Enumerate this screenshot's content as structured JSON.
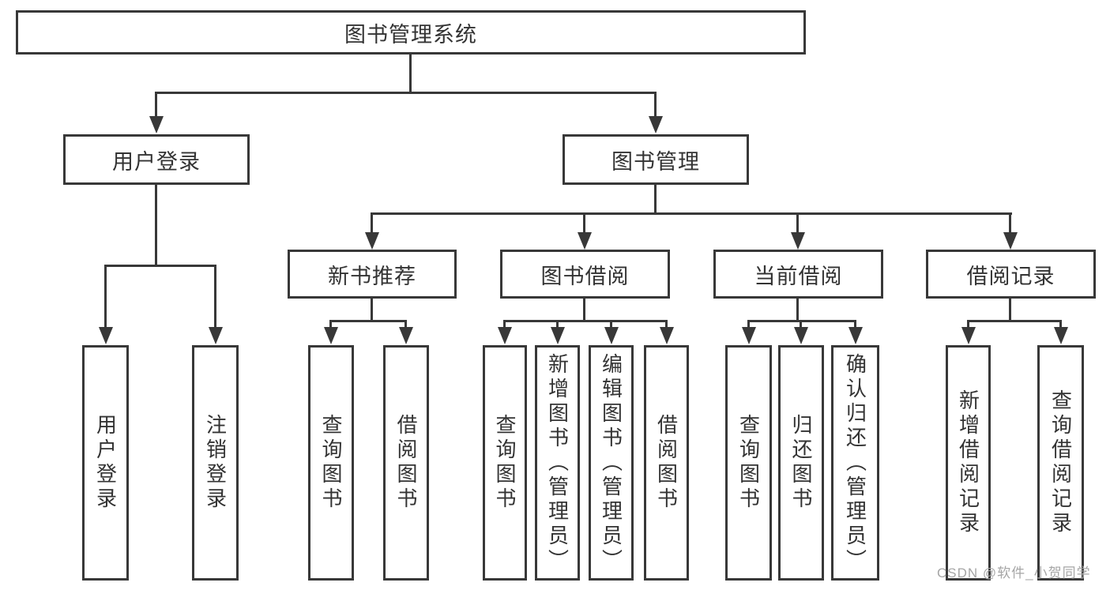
{
  "tree": {
    "root": {
      "label": "图书管理系统"
    },
    "login": {
      "label": "用户登录",
      "children": [
        {
          "label": "用户登录"
        },
        {
          "label": "注销登录"
        }
      ]
    },
    "management": {
      "label": "图书管理",
      "sections": [
        {
          "label": "新书推荐",
          "children": [
            {
              "label": "查询图书"
            },
            {
              "label": "借阅图书"
            }
          ]
        },
        {
          "label": "图书借阅",
          "children": [
            {
              "label": "查询图书"
            },
            {
              "label": "新增图书（管理员）"
            },
            {
              "label": "编辑图书（管理员）"
            },
            {
              "label": "借阅图书"
            }
          ]
        },
        {
          "label": "当前借阅",
          "children": [
            {
              "label": "查询图书"
            },
            {
              "label": "归还图书"
            },
            {
              "label": "确认归还（管理员）"
            }
          ]
        },
        {
          "label": "借阅记录",
          "children": [
            {
              "label": "新增借阅记录"
            },
            {
              "label": "查询借阅记录"
            }
          ]
        }
      ]
    }
  },
  "watermark": "CSDN @软件_小贺同学",
  "colors": {
    "line": "#383838",
    "text": "#333333",
    "watermark": "#a6a6a6",
    "background": "#ffffff"
  }
}
